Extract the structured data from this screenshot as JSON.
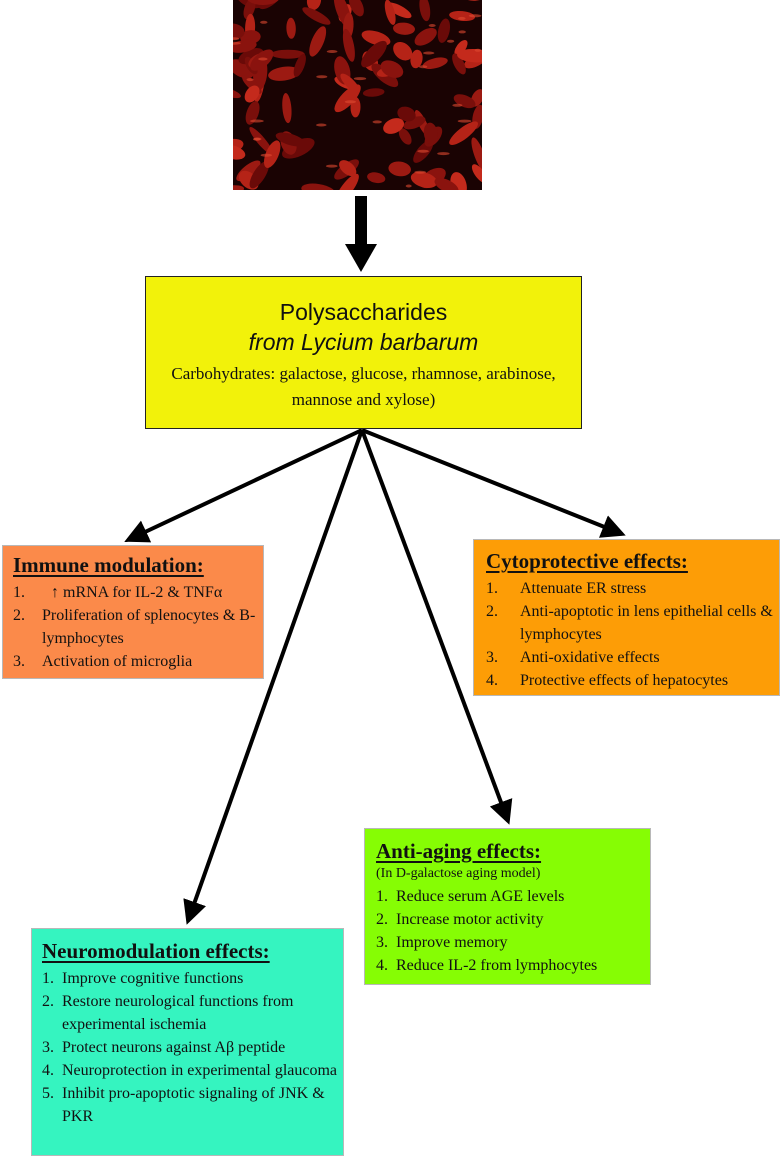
{
  "photo": {
    "icon": "goji-berries-image"
  },
  "center": {
    "title": "Polysaccharides",
    "subtitle": "from Lycium barbarum",
    "description": "Carbohydrates: galactose, glucose, rhamnose, arabinose, mannose and xylose)"
  },
  "immune": {
    "title": "Immune modulation:",
    "items": [
      {
        "num": "1.",
        "text": "↑  mRNA for IL-2 & TNFα"
      },
      {
        "num": "2.",
        "text": "Proliferation of splenocytes & B-lymphocytes"
      },
      {
        "num": "3.",
        "text": "Activation of microglia"
      }
    ]
  },
  "cyto": {
    "title": "Cytoprotective effects:",
    "items": [
      {
        "num": "1.",
        "text": "Attenuate ER stress"
      },
      {
        "num": "2.",
        "text": "Anti-apoptotic in lens epithelial cells & lymphocytes"
      },
      {
        "num": "3.",
        "text": "Anti-oxidative effects"
      },
      {
        "num": "4.",
        "text": "Protective effects of hepatocytes"
      }
    ]
  },
  "aging": {
    "title": "Anti-aging effects:",
    "subtitle": "(In D-galactose aging model)",
    "items": [
      {
        "num": "1.",
        "text": "Reduce serum AGE levels"
      },
      {
        "num": "2.",
        "text": "Increase motor activity"
      },
      {
        "num": "3.",
        "text": "Improve memory"
      },
      {
        "num": "4.",
        "text": "Reduce IL-2 from lymphocytes"
      }
    ]
  },
  "neuro": {
    "title": "Neuromodulation effects:",
    "items": [
      {
        "num": "1.",
        "text": "Improve cognitive functions"
      },
      {
        "num": "2.",
        "text": "Restore neurological functions from experimental ischemia"
      },
      {
        "num": "3.",
        "text": "Protect neurons against Aβ peptide"
      },
      {
        "num": "4.",
        "text": "Neuroprotection in experimental glaucoma"
      },
      {
        "num": "5.",
        "text": "Inhibit pro-apoptotic signaling of JNK & PKR"
      }
    ]
  }
}
